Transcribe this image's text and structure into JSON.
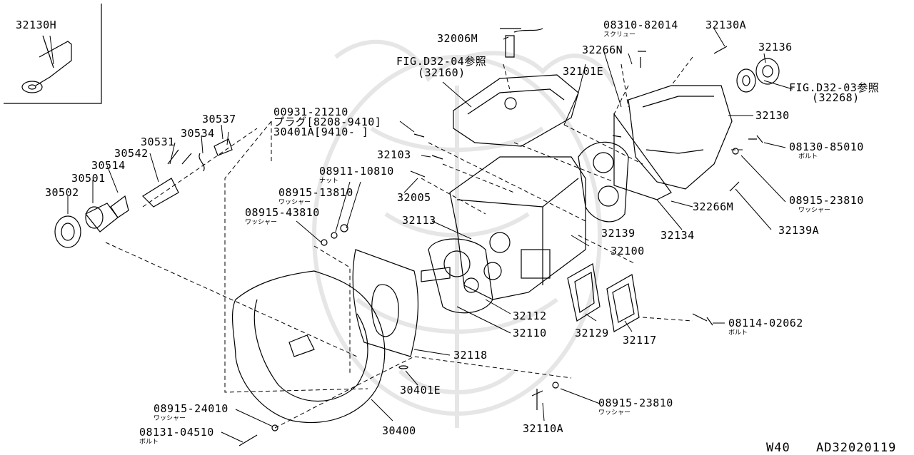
{
  "diagram": {
    "inset_part": "32130H",
    "parts": {
      "p32006M": "32006M",
      "fig_d32_04": "FIG.D32-04参照",
      "fig_d32_04_ref": "(32160)",
      "p08310_82014": "08310-82014",
      "p08310_82014_sub": "スクリュー",
      "p32130A": "32130A",
      "p32136": "32136",
      "p32266N": "32266N",
      "p32101E": "32101E",
      "fig_d32_03": "FIG.D32-03参照",
      "fig_d32_03_ref": "(32268)",
      "p32130": "32130",
      "p00931_21210": "00931-21210",
      "p00931_plug": "プラグ[8208-9410]",
      "p30401A": "30401A[9410-        ]",
      "p30537": "30537",
      "p30534": "30534",
      "p30531": "30531",
      "p30542": "30542",
      "p30514": "30514",
      "p30501": "30501",
      "p30502": "30502",
      "p32103": "32103",
      "p08911_10810": "08911-10810",
      "p08911_sub": "ナット",
      "p08915_13810": "08915-13810",
      "p08915_13810_sub": "ワッシャー",
      "p08915_43810": "08915-43810",
      "p08915_43810_sub": "ワッシャー",
      "p32005": "32005",
      "p08130_85010": "08130-85010",
      "p08130_sub": "ボルト",
      "p08915_23810a": "08915-23810",
      "p08915_23810a_sub": "ワッシャー",
      "p32266M": "32266M",
      "p32113": "32113",
      "p32139": "32139",
      "p32134": "32134",
      "p32139A": "32139A",
      "p32100": "32100",
      "p32112": "32112",
      "p32110": "32110",
      "p32129": "32129",
      "p32117": "32117",
      "p08114_02062": "08114-02062",
      "p08114_sub": "ボルト",
      "p32118": "32118",
      "p30401E": "30401E",
      "p08915_24010": "08915-24010",
      "p08915_24010_sub": "ワッシャー",
      "p08915_23810b": "08915-23810",
      "p08915_23810b_sub": "ワッシャー",
      "p08131_04510": "08131-04510",
      "p08131_sub": "ボルト",
      "p30400": "30400",
      "p32110A": "32110A"
    },
    "footer_left": "W40",
    "footer_right": "AD32020119",
    "line_color": "#000000",
    "watermark_color": "#e6e6e6"
  }
}
